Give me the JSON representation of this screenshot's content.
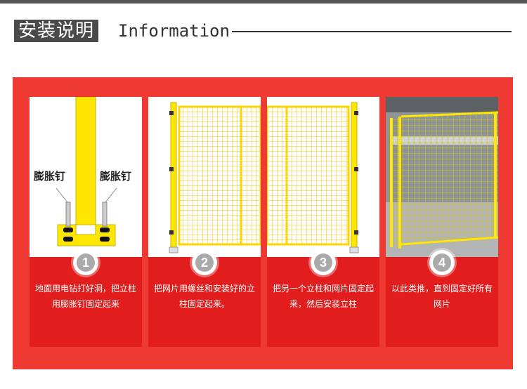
{
  "header": {
    "title_cn": "安装说明",
    "title_en": "Information"
  },
  "steps": [
    {
      "number": "1",
      "description": "地面用电钻打好洞，把立柱用膨胀钉固定起来",
      "labels": [
        "膨胀钉",
        "膨胀钉"
      ]
    },
    {
      "number": "2",
      "description": "把网片用螺丝和安装好的立柱固定起来。"
    },
    {
      "number": "3",
      "description": "把另一个立柱和网片固定起来，然后安装立柱"
    },
    {
      "number": "4",
      "description": "以此类推，直到固定好所有网片"
    }
  ],
  "colors": {
    "panel": "#ee3a32",
    "card": "#e11d1d",
    "fence": "#ffe600",
    "header_box": "#4a4a4a"
  }
}
